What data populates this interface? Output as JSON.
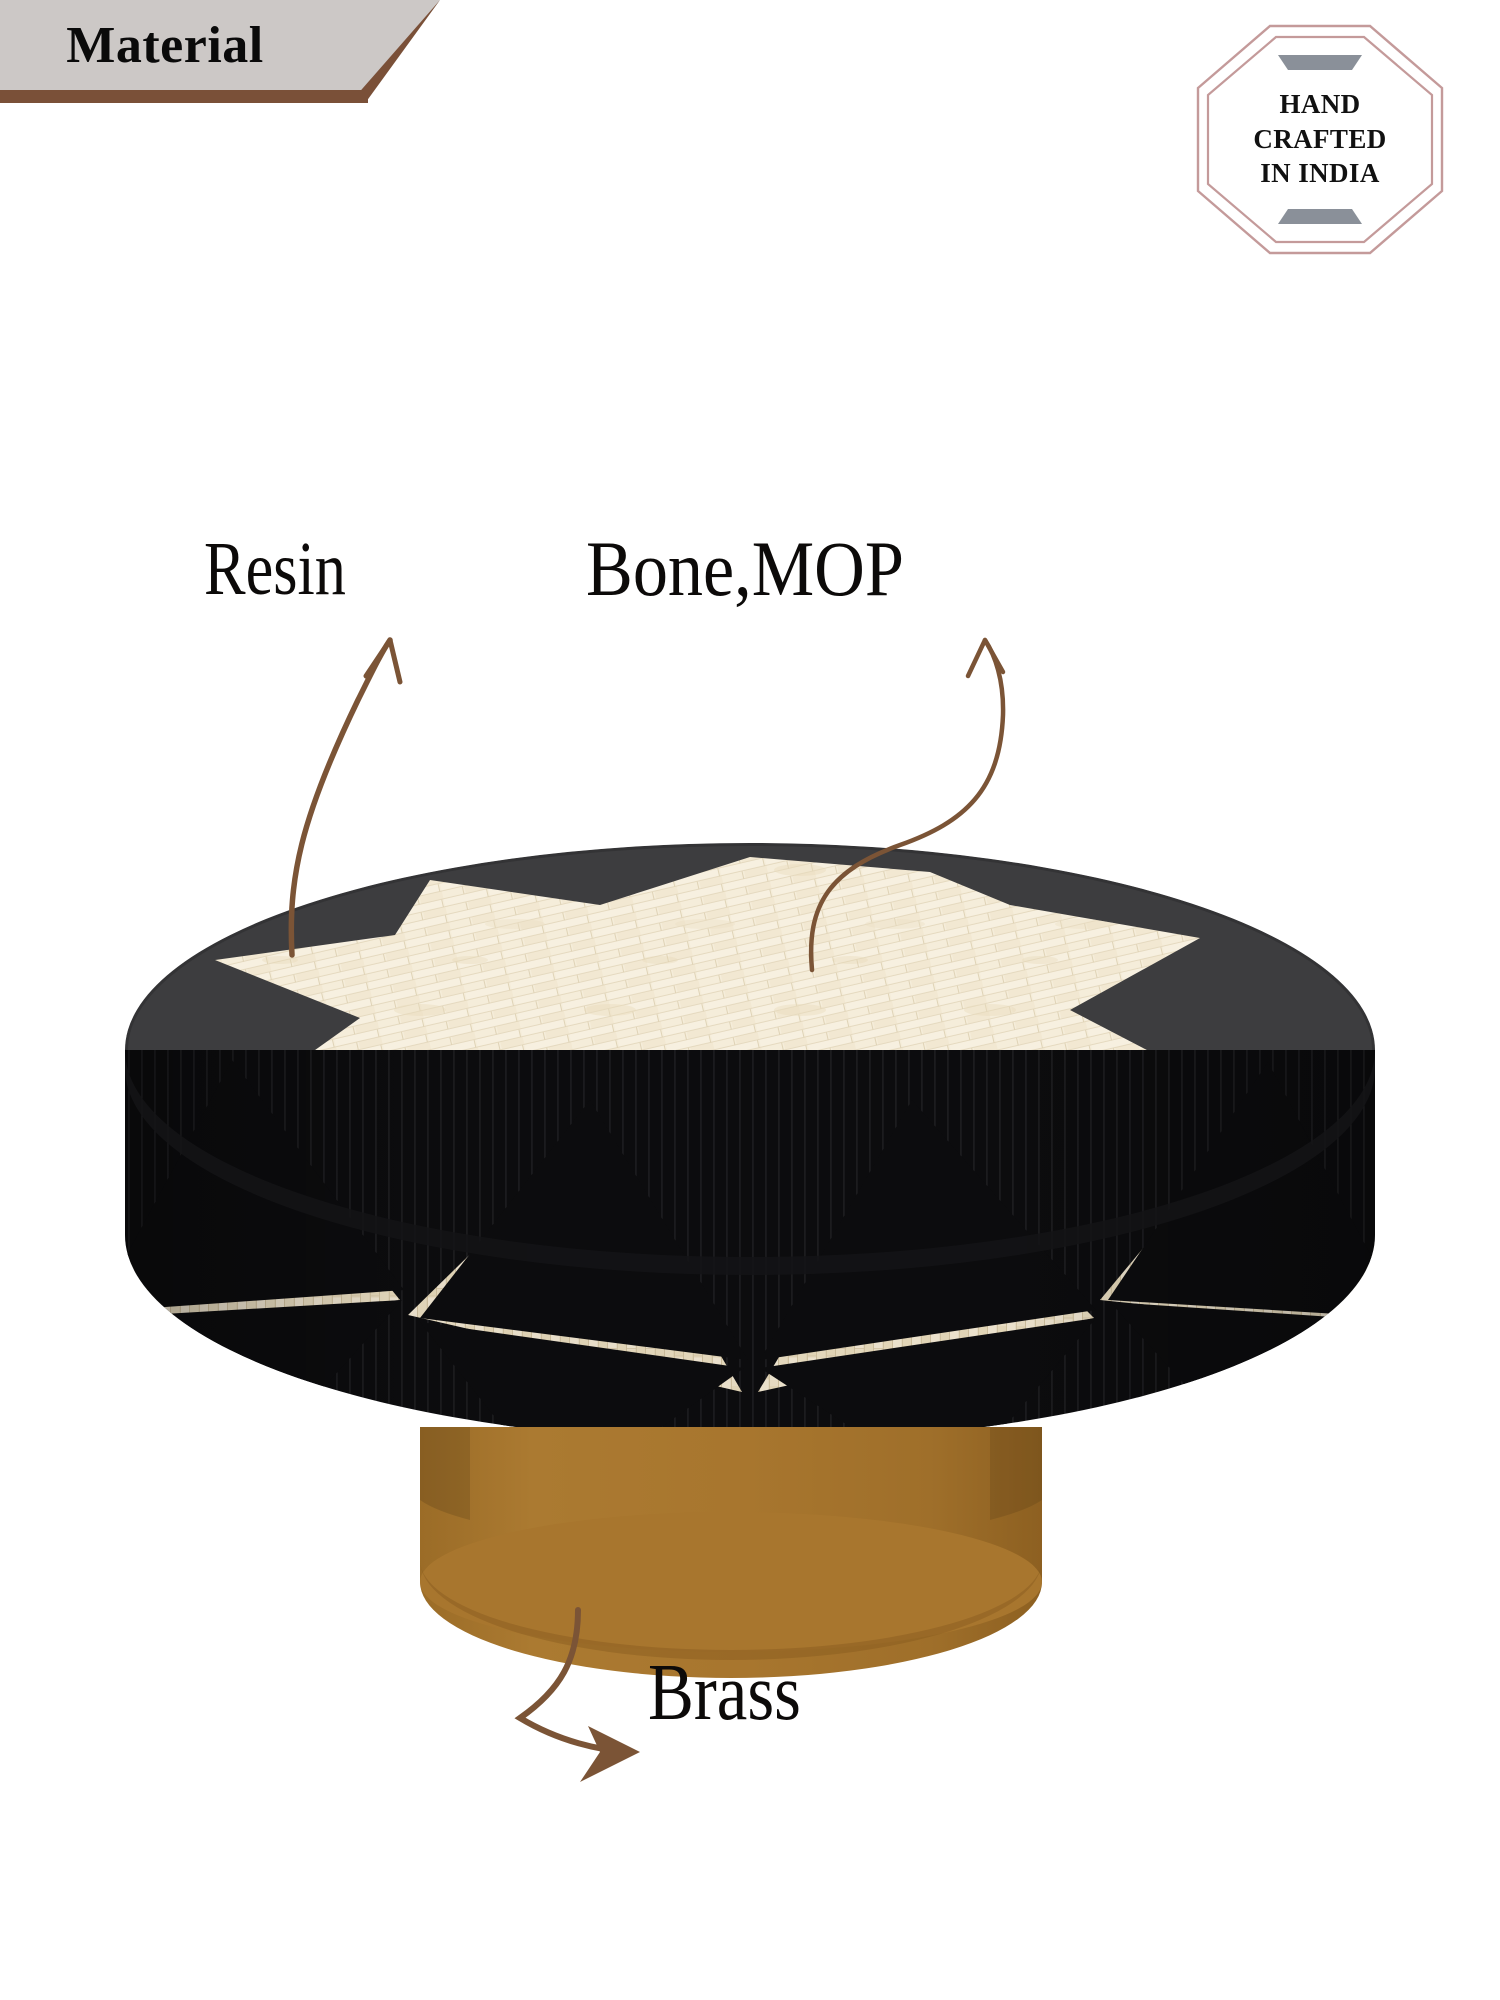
{
  "banner": {
    "label": "Material",
    "background": "#ccc8c6",
    "accent": "#7a5038"
  },
  "badge": {
    "line1": "HAND",
    "line2": "CRAFTED",
    "line3": "IN INDIA",
    "outline_color": "#c49a9a",
    "bar_color": "#8a9099",
    "text_color": "#111111"
  },
  "annotations": [
    {
      "label": "Resin",
      "target": "table-top-black-resin-edge"
    },
    {
      "label": "Bone,MOP",
      "target": "table-top-bone-inlay"
    },
    {
      "label": "Brass",
      "target": "table-base-pedestal"
    }
  ],
  "labels": {
    "resin": "Resin",
    "bone_mop": "Bone,MOP",
    "brass": "Brass"
  },
  "product": {
    "type": "round-coffee-table",
    "top_inlay": "bone mosaic star",
    "apron_pattern": "black resin and bone chevron triangles",
    "base": "brass cylindrical pedestal"
  },
  "colors": {
    "bone": "#f3ead7",
    "bone_dark": "#ded2b8",
    "resin_black": "#0e0e10",
    "resin_charcoal": "#3c3c3e",
    "brass": "#a8762e",
    "brass_dark": "#8f621f",
    "arrow": "#7b5436",
    "page_background": "#ffffff"
  }
}
